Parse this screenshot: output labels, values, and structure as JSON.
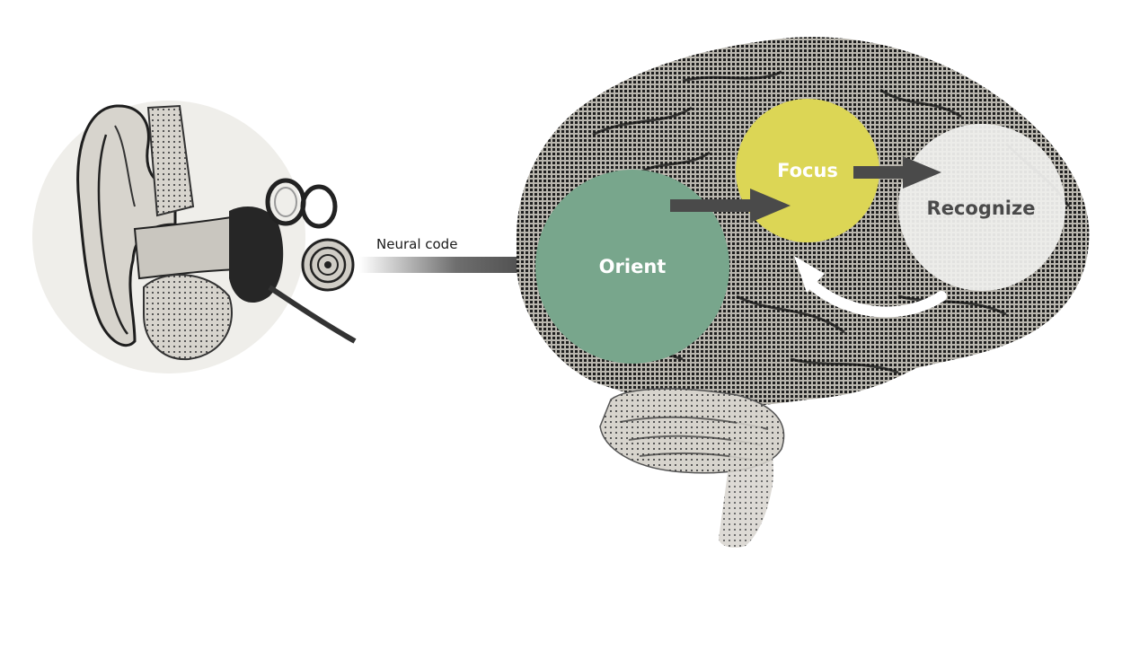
{
  "diagram": {
    "edge_label": "Neural code",
    "nodes": {
      "orient": {
        "label": "Orient",
        "color": "#78a68c"
      },
      "focus": {
        "label": "Focus",
        "color": "#dcd655"
      },
      "recognize": {
        "label": "Recognize",
        "color": "#efefed"
      }
    },
    "colors": {
      "arrow": "#4a4a4a",
      "ear_disc": "#efeeea",
      "brain_tone": "#2b2b2b"
    },
    "illustrations": {
      "ear": "ear-anatomy-engraving",
      "brain": "brain-halftone-engraving"
    }
  }
}
